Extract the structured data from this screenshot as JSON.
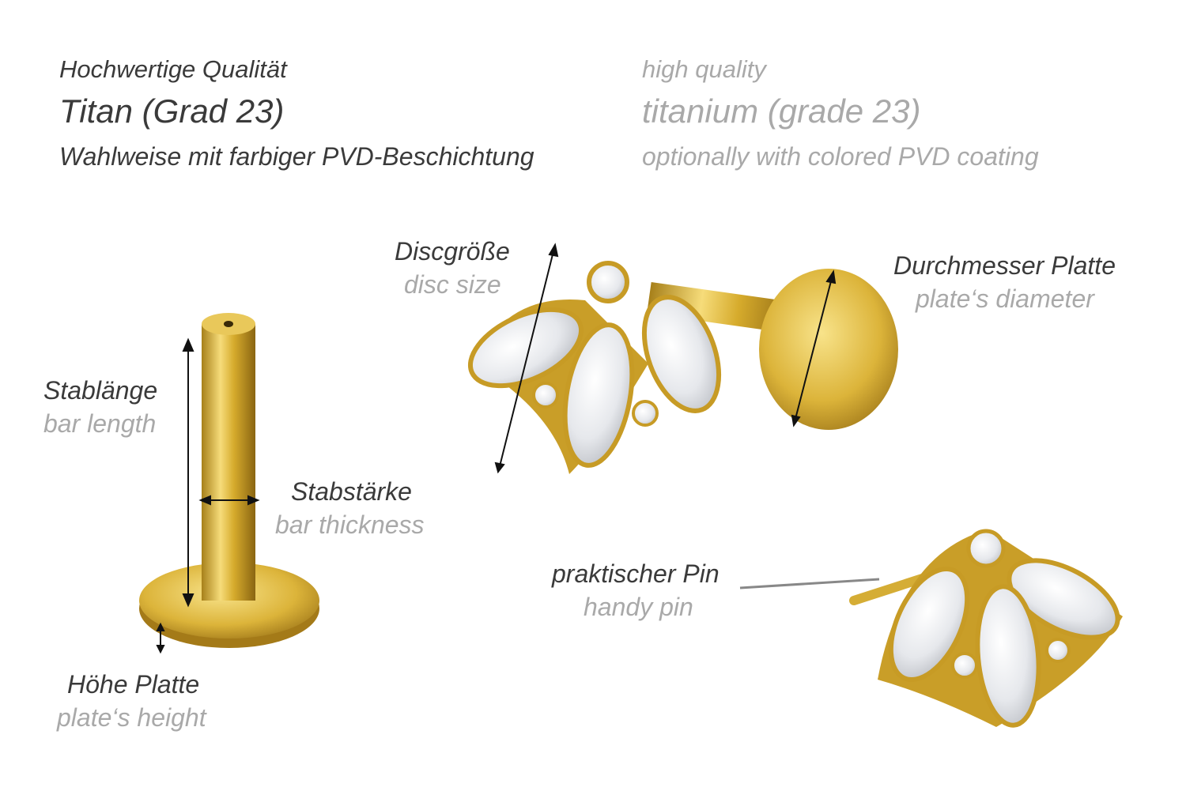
{
  "header": {
    "de": {
      "line1": "Hochwertige Qualität",
      "line2": "Titan (Grad 23)",
      "line3": "Wahlweise mit farbiger PVD-Beschichtung"
    },
    "en": {
      "line1": "high quality",
      "line2": "titanium (grade 23)",
      "line3": "optionally with colored PVD coating"
    }
  },
  "labels": {
    "disc_size": {
      "de": "Discgröße",
      "en": "disc size"
    },
    "plate_diameter": {
      "de": "Durchmesser Platte",
      "en": "plate‘s diameter"
    },
    "bar_length": {
      "de": "Stablänge",
      "en": "bar length"
    },
    "bar_thickness": {
      "de": "Stabstärke",
      "en": "bar thickness"
    },
    "handy_pin": {
      "de": "praktischer Pin",
      "en": "handy pin"
    },
    "plate_height": {
      "de": "Höhe Platte",
      "en": "plate‘s height"
    }
  },
  "colors": {
    "dark_text": "#3a3a3a",
    "light_text": "#a9a9a9",
    "gold": "#d9b233"
  }
}
